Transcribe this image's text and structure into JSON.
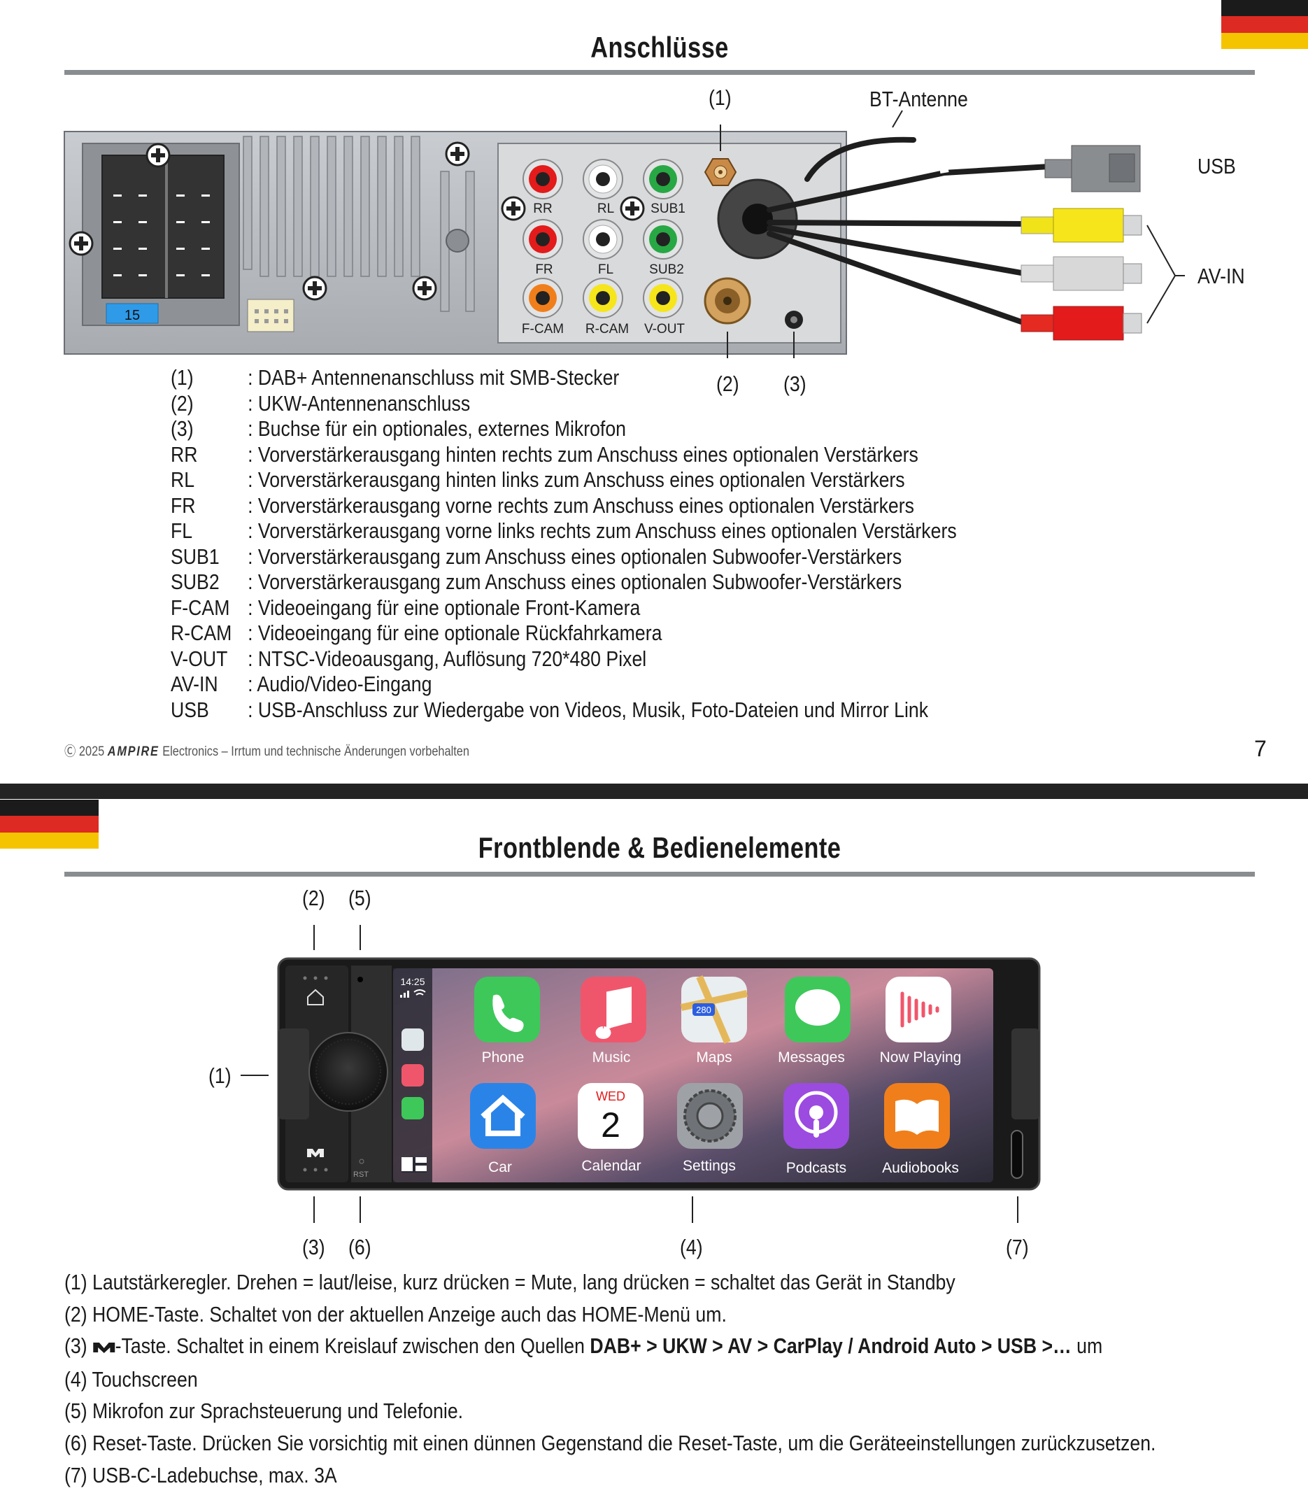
{
  "page1": {
    "title": "Anschlüsse",
    "callouts": {
      "c1": "(1)",
      "c2": "(2)",
      "c3": "(3)",
      "bt": "BT-Antenne",
      "usb": "USB",
      "avin": "AV-IN"
    },
    "panel_labels": {
      "rr": "RR",
      "rl": "RL",
      "sub1": "SUB1",
      "fr": "FR",
      "fl": "FL",
      "sub2": "SUB2",
      "fcam": "F-CAM",
      "rcam": "R-CAM",
      "vout": "V-OUT",
      "connector_number": "15"
    },
    "legend": [
      {
        "key": "(1)",
        "text": ": DAB+ Antennenanschluss mit SMB-Stecker"
      },
      {
        "key": "(2)",
        "text": ": UKW-Antennenanschluss"
      },
      {
        "key": "(3)",
        "text": ": Buchse für ein optionales, externes Mikrofon"
      },
      {
        "key": "RR",
        "text": ": Vorverstärkerausgang hinten rechts zum Anschuss eines optionalen Verstärkers"
      },
      {
        "key": "RL",
        "text": ": Vorverstärkerausgang hinten links zum Anschuss eines optionalen Verstärkers"
      },
      {
        "key": "FR",
        "text": ": Vorverstärkerausgang vorne rechts zum Anschuss eines optionalen Verstärkers"
      },
      {
        "key": "FL",
        "text": ": Vorverstärkerausgang vorne links rechts zum Anschuss eines optionalen Verstärkers"
      },
      {
        "key": "SUB1",
        "text": ": Vorverstärkerausgang zum Anschuss eines optionalen Subwoofer-Verstärkers"
      },
      {
        "key": "SUB2",
        "text": ": Vorverstärkerausgang zum Anschuss eines optionalen Subwoofer-Verstärkers"
      },
      {
        "key": "F-CAM",
        "text": ": Videoeingang für eine optionale Front-Kamera"
      },
      {
        "key": "R-CAM",
        "text": ": Videoeingang für eine optionale Rückfahrkamera"
      },
      {
        "key": "V-OUT",
        "text": ": NTSC-Videoausgang, Auflösung 720*480 Pixel"
      },
      {
        "key": "AV-IN",
        "text": ": Audio/Video-Eingang"
      },
      {
        "key": "USB",
        "text": ": USB-Anschluss zur Wiedergabe von Videos, Musik, Foto-Dateien und Mirror Link"
      }
    ],
    "footer": {
      "copyright": "2025",
      "brand": "AMPIRE",
      "text": "Electronics – Irrtum und technische Änderungen vorbehalten"
    },
    "page_number": "7"
  },
  "page2": {
    "title": "Frontblende & Bedienelemente",
    "callouts": {
      "c1": "(1)",
      "c2": "(2)",
      "c3": "(3)",
      "c4": "(4)",
      "c5": "(5)",
      "c6": "(6)",
      "c7": "(7)"
    },
    "device": {
      "time": "14:25",
      "rst_label": "RST",
      "apps_row1": [
        "Phone",
        "Music",
        "Maps",
        "Messages",
        "Now Playing"
      ],
      "apps_row2": [
        "Car",
        "Calendar",
        "Settings",
        "Podcasts",
        "Audiobooks"
      ],
      "calendar_day": "WED",
      "calendar_date": "2",
      "maps_badge": "280"
    },
    "descriptions": {
      "d1": "(1) Lautstärkeregler. Drehen = laut/leise, kurz drücken = Mute, lang drücken = schaltet das Gerät in Standby",
      "d2": "(2) HOME-Taste. Schaltet von der aktuellen Anzeige auch das HOME-Menü um.",
      "d3_pre": "(3) ",
      "d3_mid": "-Taste. Schaltet in einem Kreislauf zwischen den Quellen ",
      "d3_bold": "DAB+ > UKW > AV > CarPlay / Android Auto > USB >…",
      "d3_post": " um",
      "d4": "(4) Touchscreen",
      "d5": "(5) Mikrofon zur Sprachsteuerung und Telefonie.",
      "d6": "(6) Reset-Taste. Drücken Sie vorsichtig mit einen dünnen Gegenstand die Reset-Taste, um die Geräteeinstellungen zurückzusetzen.",
      "d7": "(7) USB-C-Ladebuchse, max. 3A"
    }
  },
  "colors": {
    "flag_black": "#1b1b1b",
    "flag_red": "#dd2a22",
    "flag_gold": "#f5c400",
    "rule": "#8a8d90",
    "band": "#232323"
  },
  "icons": [
    "plus-screw-icon",
    "rca-jack-icon",
    "copyright-icon",
    "m-source-icon",
    "home-icon",
    "wifi-icon",
    "signal-icon"
  ]
}
